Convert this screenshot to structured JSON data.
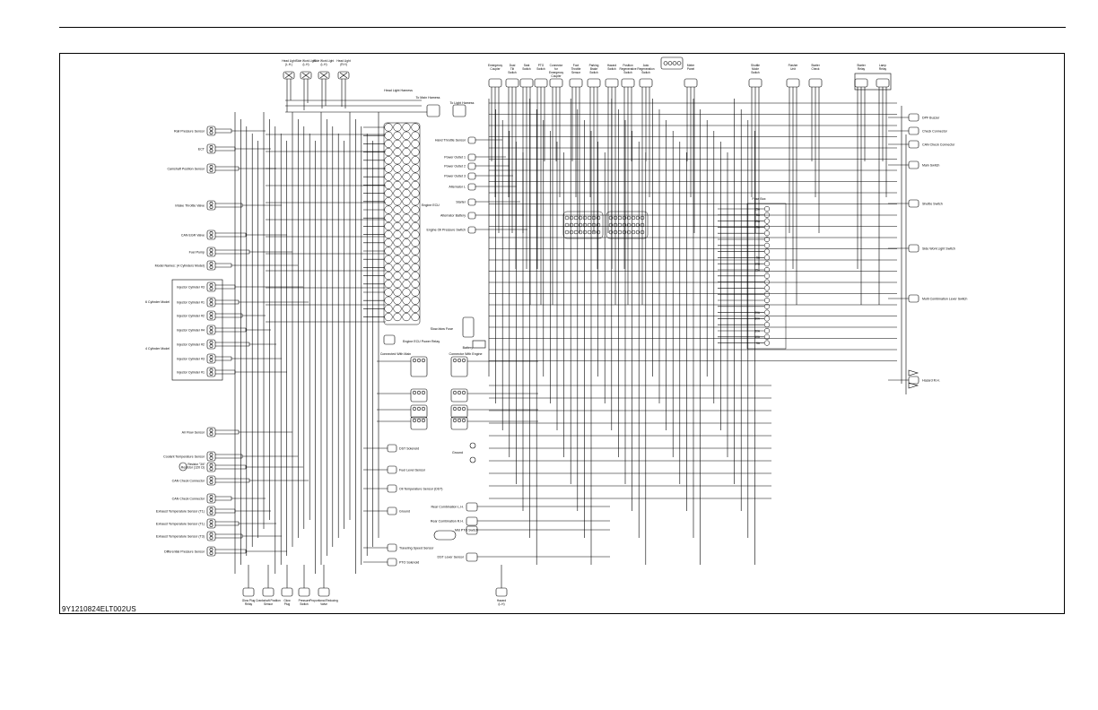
{
  "document_code": "9Y1210824ELT002US",
  "left_components": [
    "Rail Pressure Sensor",
    "ECT",
    "Camshaft Position Sensor",
    "Intake Throttle Valve",
    "CAN EGR Valve",
    "Fuel Pump",
    "Model Names: (4 Cylinders Model)",
    "Injector Cylinder #3",
    "Injector Cylinder #1",
    "Injector Cylinder #2",
    "Injector Cylinder #4",
    "Injector Cylinder #2",
    "Injector Cylinder #3",
    "Injector Cylinder #1",
    "Air Flow Sensor",
    "Coolant Temperature Sensor",
    "Resistor (120 Ω)",
    "CAN Check Connector",
    "CAN Check Connector",
    "Exhaust Temperature Sensor (T1)",
    "Exhaust Temperature Sensor (T1)",
    "Exhaust Temperature Sensor (T3)",
    "Differential Pressure Sensor"
  ],
  "cylinder_models": [
    "6 Cylinder Model",
    "4 Cylinder Model"
  ],
  "resistor_label": "Resistor \"3/4\"",
  "top_left_lamps": [
    "Head Light (L.H.)",
    "Side Work Light (L.H)",
    "Side Work Light (L.H)",
    "Head Light (R.H)"
  ],
  "harness_labels": [
    "Head Light Harness",
    "To Main Harness",
    "To Light Harness"
  ],
  "ecu_label": "Engine ECU",
  "ecu_relay_label": "Engine ECU Power Relay",
  "center_labels": [
    "Connected With Main",
    "Connector With Engine",
    "Slow-blow Fuse",
    "Battery",
    "Ground"
  ],
  "center_right_components": [
    "Hand Throttle Sensor",
    "Power Outlet 1",
    "Power Outlet 2",
    "Power Outlet 3",
    "Alternator L",
    "Starter",
    "Alternator Battery",
    "Engine Oil Pressure Switch"
  ],
  "center_lower_components": [
    "DST Solenoid",
    "Fuel Level Sensor",
    "Oil Temperature Sensor (DST)",
    "Ground",
    "Traveling Speed Sensor",
    "PTO Solenoid"
  ],
  "lower_right_components": [
    "Rear Combination L.H.",
    "Rear Combination R.H.",
    "Mid PTO Switch",
    "DST Lever Sensor"
  ],
  "bottom_components": [
    "Glow Plug Relay",
    "Crankshaft Position Sensor",
    "Glow Plug",
    "Pressure Switch",
    "Proportional Reducing Valve",
    "Hazard (L.H)"
  ],
  "top_components": [
    "Emergency Coupler",
    "Dual Tilt Switch",
    "Seat Switch",
    "PTO Switch",
    "Connector for Emergency Coupler",
    "Foot Throttle Sensor",
    "Parking Brake Switch",
    "Hazard Switch",
    "Position Regenerative Switch",
    "Auto Regeneration Switch",
    "Meter Panel",
    "Shuttle Mode Switch",
    "Flasher Unit",
    "Starter Relay",
    "Lamp Relay",
    "Starter Check"
  ],
  "right_components": [
    "DPF Buzzer",
    "Check Connector",
    "CAN Check Connector",
    "Main Switch",
    "Shuttle Switch",
    "Side Work Light Switch",
    "Multi Combination Lever Switch",
    "Hazard R.H."
  ],
  "fuse_box": {
    "title": "Fuse Box",
    "ratings": [
      "15A",
      "5A",
      "15A",
      "5A",
      "",
      "",
      "",
      "",
      "5A",
      "10A",
      "15A",
      "",
      "",
      "",
      "",
      "",
      "",
      "20A",
      "30A",
      "",
      "30A",
      "10A",
      "5A"
    ]
  }
}
